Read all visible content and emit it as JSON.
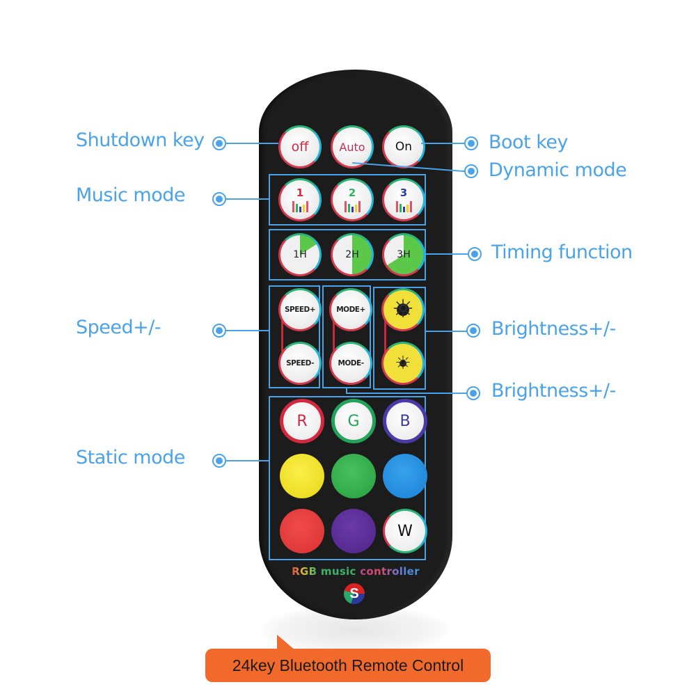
{
  "banner": {
    "label": "24key Bluetooth Remote Control",
    "color": "#f26a2b"
  },
  "remote": {
    "brand_text": {
      "RGB": "RGB",
      "music": "music",
      "controller": "controller"
    },
    "logo_letter": "S",
    "rows": {
      "power": [
        {
          "id": "off",
          "label": "off",
          "color": "#d3283e"
        },
        {
          "id": "auto",
          "label": "Auto",
          "color": "#c0305a"
        },
        {
          "id": "on",
          "label": "On",
          "color": "#111111"
        }
      ],
      "music": [
        {
          "id": "music-1",
          "label": "1",
          "color": "#d8283a"
        },
        {
          "id": "music-2",
          "label": "2",
          "color": "#2bb35e"
        },
        {
          "id": "music-3",
          "label": "3",
          "color": "#2b3aa8"
        }
      ],
      "timer": [
        {
          "id": "timer-1h",
          "label": "1H"
        },
        {
          "id": "timer-2h",
          "label": "2H"
        },
        {
          "id": "timer-3h",
          "label": "3H"
        }
      ],
      "speed": [
        {
          "id": "speed-plus",
          "label": "SPEED+"
        },
        {
          "id": "speed-minus",
          "label": "SPEED-"
        }
      ],
      "mode": [
        {
          "id": "mode-plus",
          "label": "MODE+"
        },
        {
          "id": "mode-minus",
          "label": "MODE-"
        }
      ],
      "brightness": [
        {
          "id": "brightness-plus",
          "label": ""
        },
        {
          "id": "brightness-minus",
          "label": ""
        }
      ],
      "rgb": [
        {
          "id": "red-letter",
          "label": "R",
          "color": "#d3283e"
        },
        {
          "id": "green-letter",
          "label": "G",
          "color": "#22a35a"
        },
        {
          "id": "blue-letter",
          "label": "B",
          "color": "#3a3a9a"
        }
      ],
      "colors_row2": [
        {
          "id": "yellow",
          "color": "#f2e21c"
        },
        {
          "id": "green",
          "color": "#2fae4a"
        },
        {
          "id": "blue",
          "color": "#1e8de0"
        }
      ],
      "colors_row3": [
        {
          "id": "red",
          "color": "#e23a3a"
        },
        {
          "id": "purple",
          "color": "#5a2a96"
        },
        {
          "id": "white",
          "label": "W"
        }
      ]
    }
  },
  "callouts": {
    "left": [
      {
        "id": "shutdown",
        "label": "Shutdown key"
      },
      {
        "id": "music",
        "label": "Music mode"
      },
      {
        "id": "speed",
        "label": "Speed+/-"
      },
      {
        "id": "static",
        "label": "Static mode"
      }
    ],
    "right": [
      {
        "id": "boot",
        "label": "Boot key"
      },
      {
        "id": "dynamic",
        "label": "Dynamic mode"
      },
      {
        "id": "timing",
        "label": "Timing function"
      },
      {
        "id": "brightness1",
        "label": "Brightness+/-"
      },
      {
        "id": "brightness2",
        "label": "Brightness+/-"
      }
    ],
    "accent_color": "#4aa3e8"
  }
}
